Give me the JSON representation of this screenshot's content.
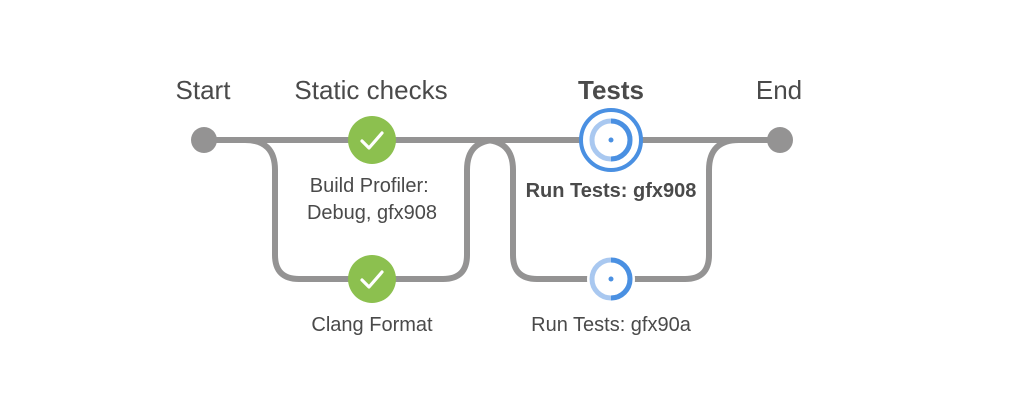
{
  "pipeline": {
    "stages": [
      {
        "name": "Start",
        "state": "start"
      },
      {
        "name": "Static checks",
        "state": "success"
      },
      {
        "name": "Tests",
        "state": "running",
        "active": true
      },
      {
        "name": "End",
        "state": "end"
      }
    ],
    "nodes": [
      {
        "stage": "Static checks",
        "label_lines": [
          "Build Profiler:",
          "Debug, gfx908"
        ],
        "status": "success",
        "icon": "check-icon"
      },
      {
        "stage": "Static checks",
        "label_lines": [
          "Clang Format"
        ],
        "status": "success",
        "icon": "check-icon"
      },
      {
        "stage": "Tests",
        "label_lines": [
          "Run Tests: gfx908"
        ],
        "status": "running",
        "selected": true,
        "icon": "running-spinner-icon"
      },
      {
        "stage": "Tests",
        "label_lines": [
          "Run Tests: gfx90a"
        ],
        "status": "running",
        "icon": "running-spinner-icon"
      }
    ]
  },
  "colors": {
    "success": "#8cc04f",
    "running": "#4a90e2",
    "running_light": "#a9c8f0",
    "terminal": "#949393",
    "connector": "#949393",
    "text": "#4a4a4a"
  }
}
